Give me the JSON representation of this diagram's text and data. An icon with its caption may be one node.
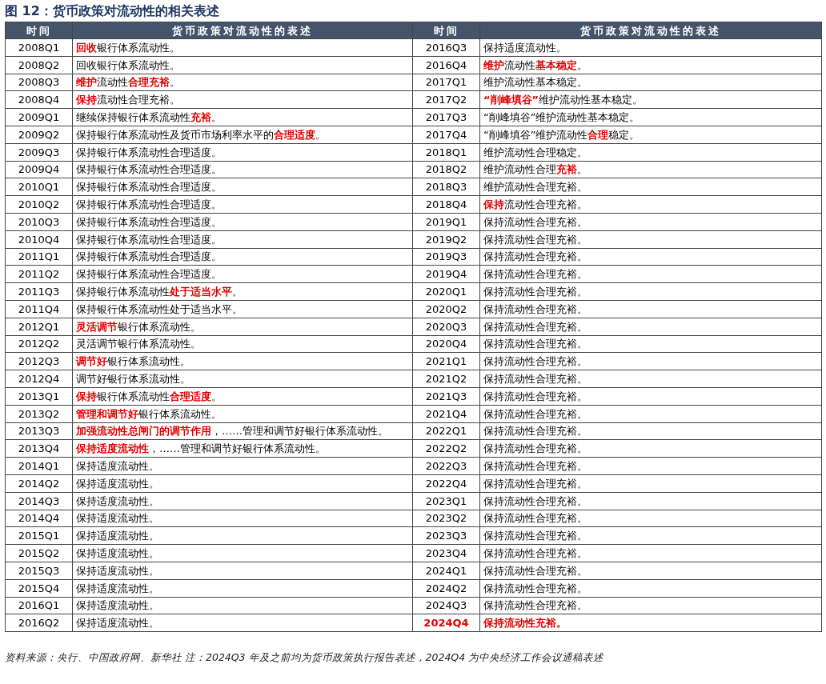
{
  "diagram": {
    "title": "图 12：货币政策对流动性的相关表述",
    "caption": "资料来源：央行、中国政府网、新华社 注：2024Q3 年及之前均为货币政策执行报告表述，2024Q4 为中央经济工作会议通稿表述",
    "labels": [
      "时间",
      "货币政策对流动性的表述",
      "时间",
      "货币政策对流动性的表述",
      "2008Q1",
      "**回收**银行体系流动性。",
      "2016Q3",
      "保持适度流动性。",
      "2008Q2",
      "回收银行体系流动性。",
      "2016Q4",
      "**维护**流动性**基本稳定**。",
      "2008Q3",
      "**维护**流动性**合理充裕**。",
      "2017Q1",
      "维护流动性基本稳定。",
      "2008Q4",
      "**保持**流动性合理充裕。",
      "2017Q2",
      "**“削峰填谷”**维护流动性基本稳定。",
      "2009Q1",
      "继续保持银行体系流动性**充裕**。",
      "2017Q3",
      "“削峰填谷”维护流动性基本稳定。",
      "2009Q2",
      "保持银行体系流动性及货币市场利率水平的**合理适度**。",
      "2017Q4",
      "“削峰填谷”维护流动性**合理**稳定。",
      "2009Q3",
      "保持银行体系流动性合理适度。",
      "2018Q1",
      "维护流动性合理稳定。",
      "2009Q4",
      "保持银行体系流动性合理适度。",
      "2018Q2",
      "维护流动性合理**充裕**。",
      "2010Q1",
      "保持银行体系流动性合理适度。",
      "2018Q3",
      "维护流动性合理充裕。",
      "2010Q2",
      "保持银行体系流动性合理适度。",
      "2018Q4",
      "**保持**流动性合理充裕。",
      "2010Q3",
      "保持银行体系流动性合理适度。",
      "2019Q1",
      "保持流动性合理充裕。",
      "2010Q4",
      "保持银行体系流动性合理适度。",
      "2019Q2",
      "保持流动性合理充裕。",
      "2011Q1",
      "保持银行体系流动性合理适度。",
      "2019Q3",
      "保持流动性合理充裕。",
      "2011Q2",
      "保持银行体系流动性合理适度。",
      "2019Q4",
      "保持流动性合理充裕。",
      "2011Q3",
      "保持银行体系流动性**处于适当水平**。",
      "2020Q1",
      "保持流动性合理充裕。",
      "2011Q4",
      "保持银行体系流动性处于适当水平。",
      "2020Q2",
      "保持流动性合理充裕。",
      "2012Q1",
      "**灵活调节**银行体系流动性。",
      "2020Q3",
      "保持流动性合理充裕。",
      "2012Q2",
      "灵活调节银行体系流动性。",
      "2020Q4",
      "保持流动性合理充裕。",
      "2012Q3",
      "**调节好**银行体系流动性。",
      "2021Q1",
      "保持流动性合理充裕。",
      "2012Q4",
      "调节好银行体系流动性。",
      "2021Q2",
      "保持流动性合理充裕。",
      "2013Q1",
      "**保持**银行体系流动性**合理适度**。",
      "2021Q3",
      "保持流动性合理充裕。",
      "2013Q2",
      "**管理和调节好**银行体系流动性。",
      "2021Q4",
      "保持流动性合理充裕。",
      "2013Q3",
      "**加强流动性总闸门的调节作用**，……管理和调节好银行体系流动性。",
      "2022Q1",
      "保持流动性合理充裕。",
      "2013Q4",
      "**保持适度流动性**，……管理和调节好银行体系流动性。",
      "2022Q2",
      "保持流动性合理充裕。",
      "2014Q1",
      "保持适度流动性。",
      "2022Q3",
      "保持流动性合理充裕。",
      "2014Q2",
      "保持适度流动性。",
      "2022Q4",
      "保持流动性合理充裕。",
      "2014Q3",
      "保持适度流动性。",
      "2023Q1",
      "保持流动性合理充裕。",
      "2014Q4",
      "保持适度流动性。",
      "2023Q2",
      "保持流动性合理充裕。",
      "2015Q1",
      "保持适度流动性。",
      "2023Q3",
      "保持流动性合理充裕。",
      "2015Q2",
      "保持适度流动性。",
      "2023Q4",
      "保持流动性合理充裕。",
      "2015Q3",
      "保持适度流动性。",
      "2024Q1",
      "保持流动性合理充裕。",
      "2015Q4",
      "保持适度流动性。",
      "2024Q2",
      "保持流动性合理充裕。",
      "2016Q1",
      "保持适度流动性。",
      "2024Q3",
      "保持流动性合理充裕。",
      "2016Q2",
      "保持适度流动性。",
      "2024Q4",
      "保持流动性充裕。"
    ]
  }
}
